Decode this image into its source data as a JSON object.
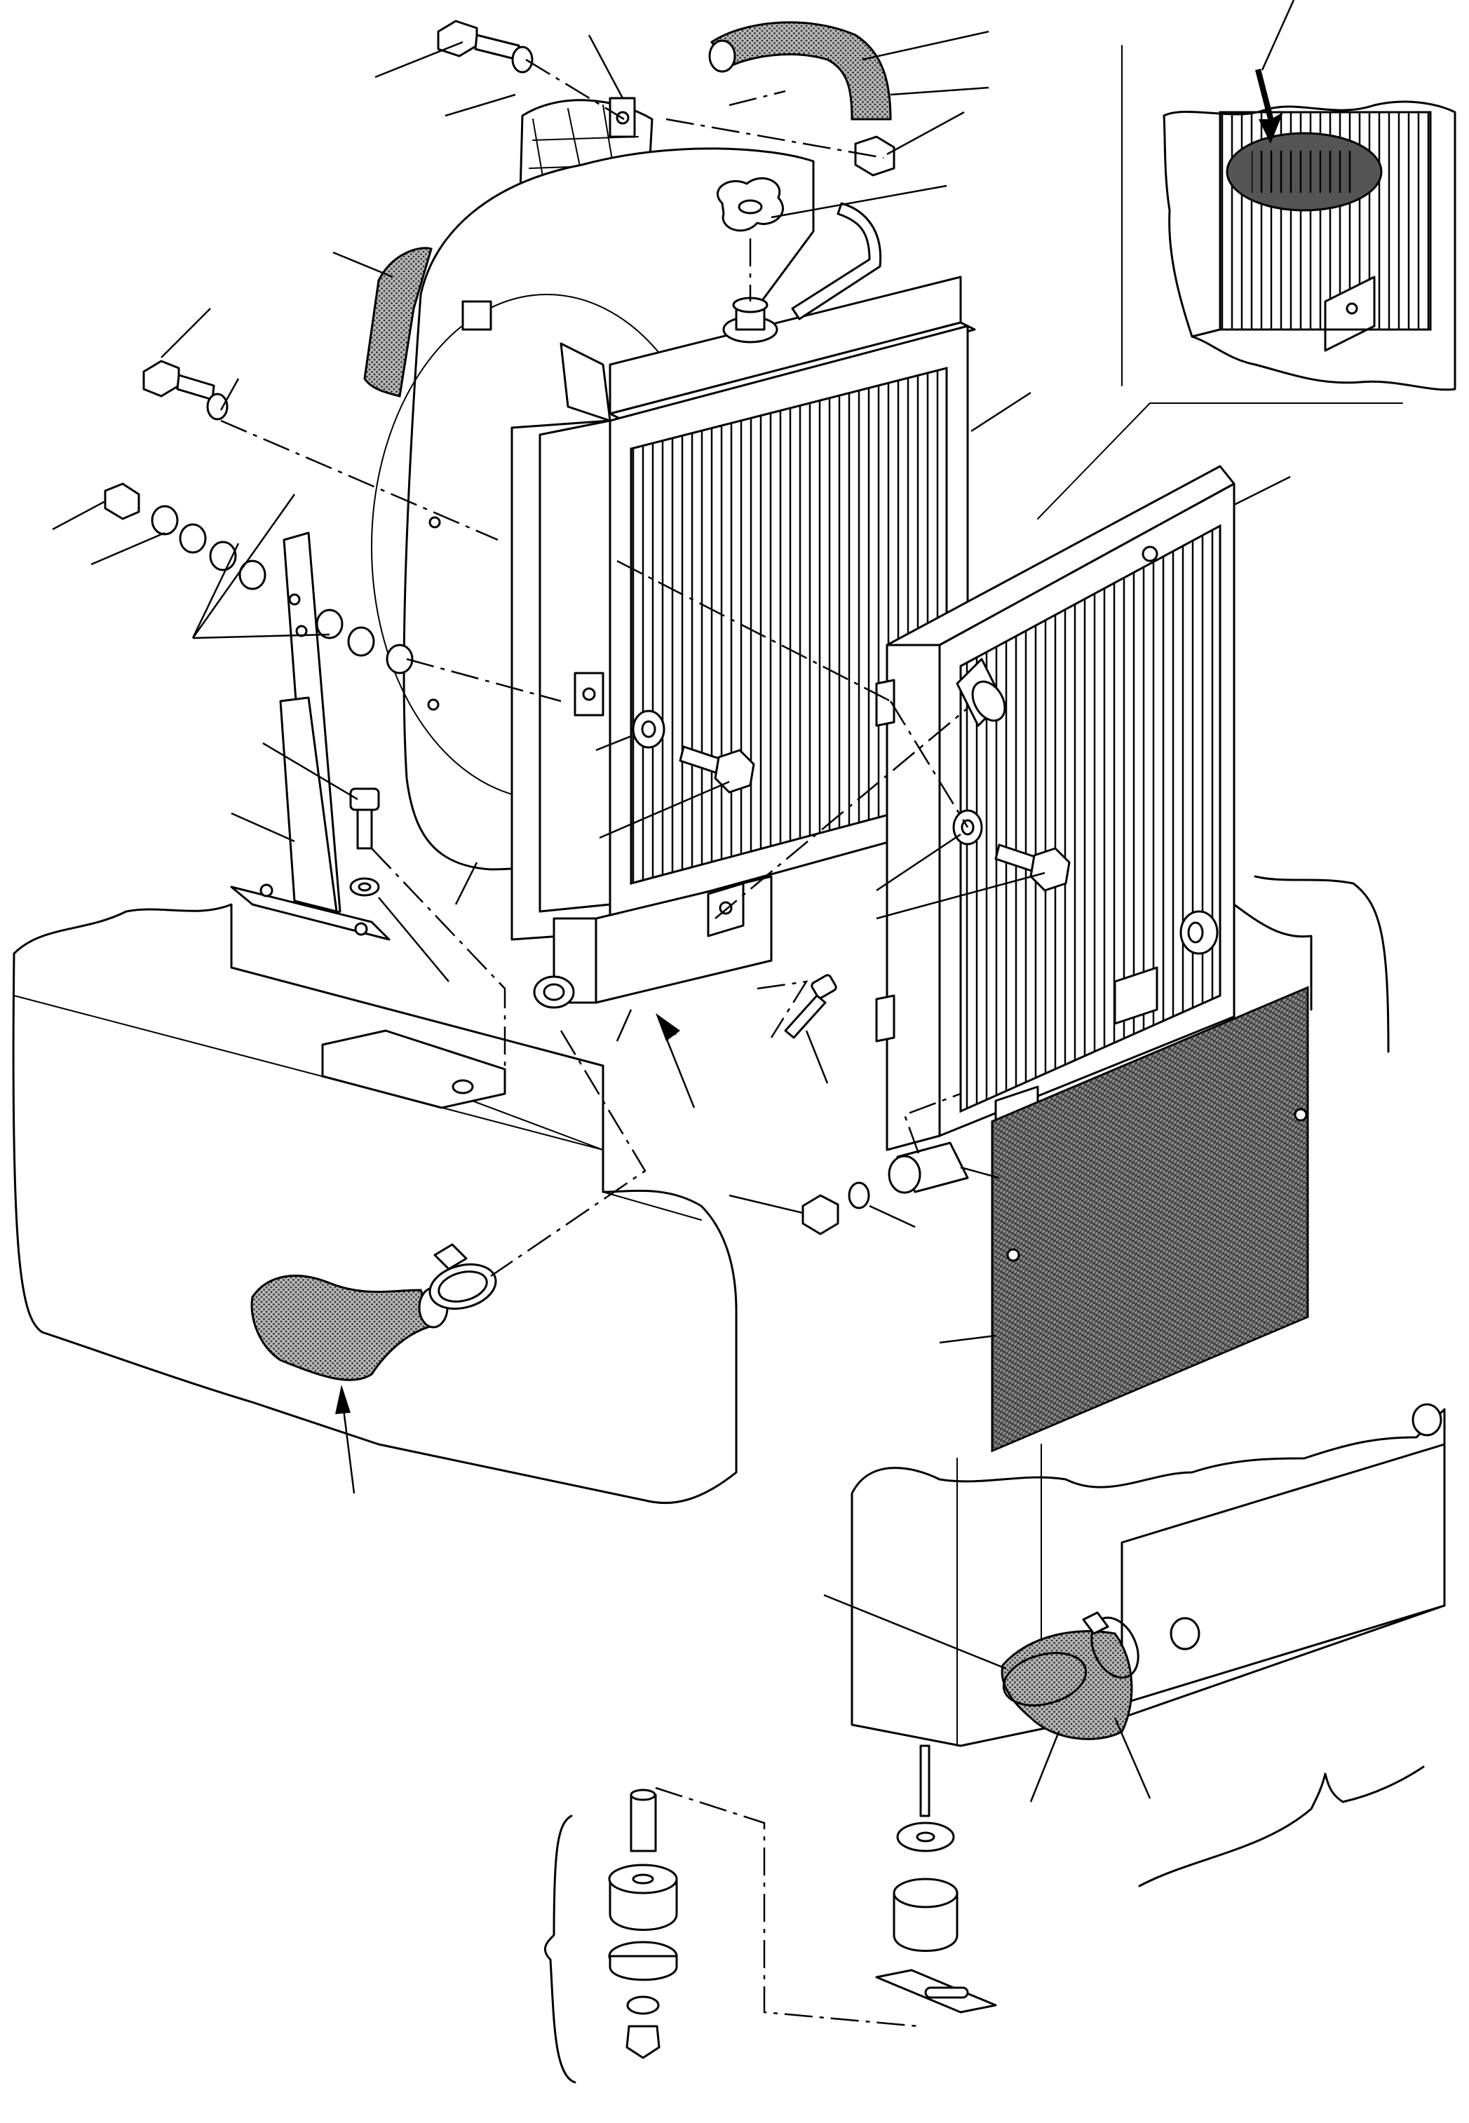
{
  "figure": {
    "colors": {
      "ink": "#000000",
      "paper": "#ffffff",
      "hatch": "#555555"
    },
    "parts": [
      "radiator",
      "fan-shroud",
      "fan-guard",
      "oil-cooler",
      "grille-screen",
      "upper-hose",
      "lower-hose",
      "radiator-cap",
      "support-bracket",
      "mounting-bolts",
      "washers",
      "nuts",
      "hose-clamps",
      "rubber-mounts",
      "frame",
      "detail-inset"
    ]
  }
}
